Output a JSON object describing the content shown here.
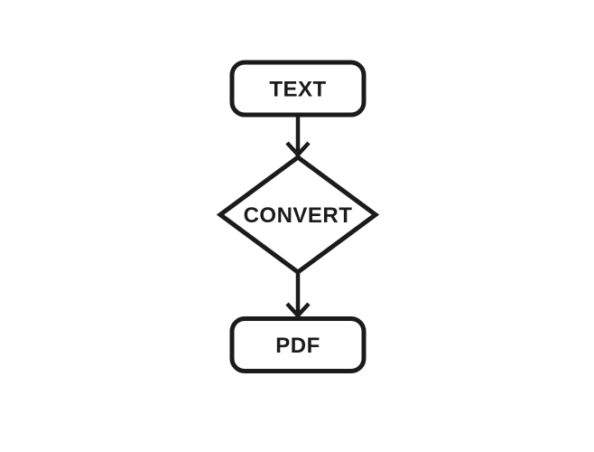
{
  "diagram": {
    "type": "flowchart",
    "background_color": "#ffffff",
    "stroke_color": "#1b1b1b",
    "nodes": [
      {
        "id": "text",
        "shape": "rounded-rectangle",
        "label": "TEXT"
      },
      {
        "id": "convert",
        "shape": "diamond",
        "label": "CONVERT"
      },
      {
        "id": "pdf",
        "shape": "rounded-rectangle",
        "label": "PDF"
      }
    ],
    "edges": [
      {
        "from": "text",
        "to": "convert",
        "style": "arrow-down"
      },
      {
        "from": "convert",
        "to": "pdf",
        "style": "arrow-down"
      }
    ]
  }
}
